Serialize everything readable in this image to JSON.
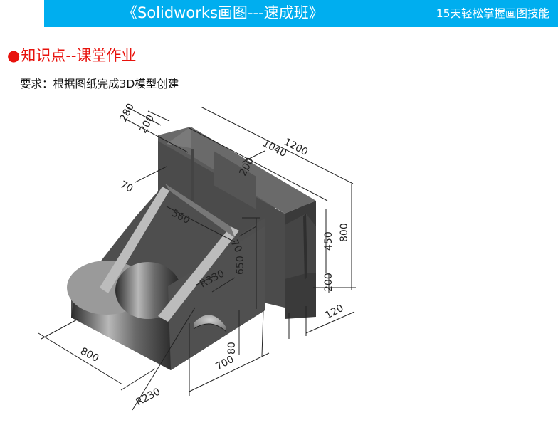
{
  "header": {
    "title": "《Solidworks画图---速成班》",
    "subtitle": "15天轻松掌握画图技能",
    "accent_color": "#00AEEF"
  },
  "section": {
    "bullet": "●",
    "heading": "知识点--课堂作业",
    "heading_color": "#E8120C"
  },
  "requirement": "要求：根据图纸完成3D模型创建",
  "drawing": {
    "dimensions": {
      "d280": "280",
      "d200_top": "200",
      "d1200": "1200",
      "d1040": "1040",
      "d200_mid": "200",
      "d70_left": "70",
      "d560": "560",
      "d70_right": "70",
      "d650": "650",
      "r330": "R330",
      "d450": "450",
      "d800_right": "800",
      "d200_right": "200",
      "d120": "120",
      "d80": "80",
      "d700": "700",
      "d800_left": "800",
      "r230": "R230"
    }
  }
}
